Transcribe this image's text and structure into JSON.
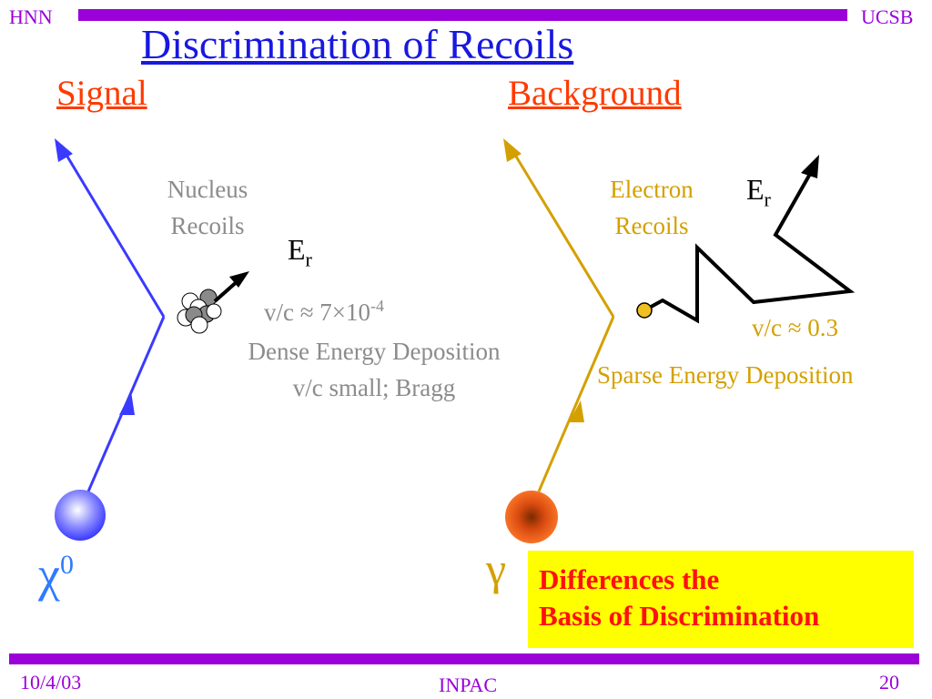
{
  "header": {
    "left": "HNN",
    "right": "UCSB"
  },
  "title": "Discrimination of Recoils",
  "signal": {
    "heading": "Signal",
    "label_line1": "Nucleus",
    "label_line2": "Recoils",
    "er_main": "E",
    "er_sub": "r",
    "velocity_main": "v/c ≈ 7×10",
    "velocity_exp": "-4",
    "desc_line1": "Dense Energy Deposition",
    "desc_line2": "v/c small; Bragg",
    "particle": "χ",
    "particle_sup": "0"
  },
  "background": {
    "heading": "Background",
    "label_line1": "Electron",
    "label_line2": "Recoils",
    "er_main": "E",
    "er_sub": "r",
    "velocity": "v/c ≈ 0.3",
    "desc": "Sparse Energy Deposition",
    "particle": "γ"
  },
  "callout": {
    "line1": "Differences the",
    "line2": "Basis of Discrimination"
  },
  "footer": {
    "date": "10/4/03",
    "center": "INPAC",
    "page": "20"
  },
  "colors": {
    "accent_purple": "#9b00d9",
    "title_blue": "#1818e0",
    "heading_red": "#ff3a00",
    "signal_blue": "#3a3aff",
    "background_gold": "#d4a000",
    "callout_yellow": "#ffff00"
  }
}
